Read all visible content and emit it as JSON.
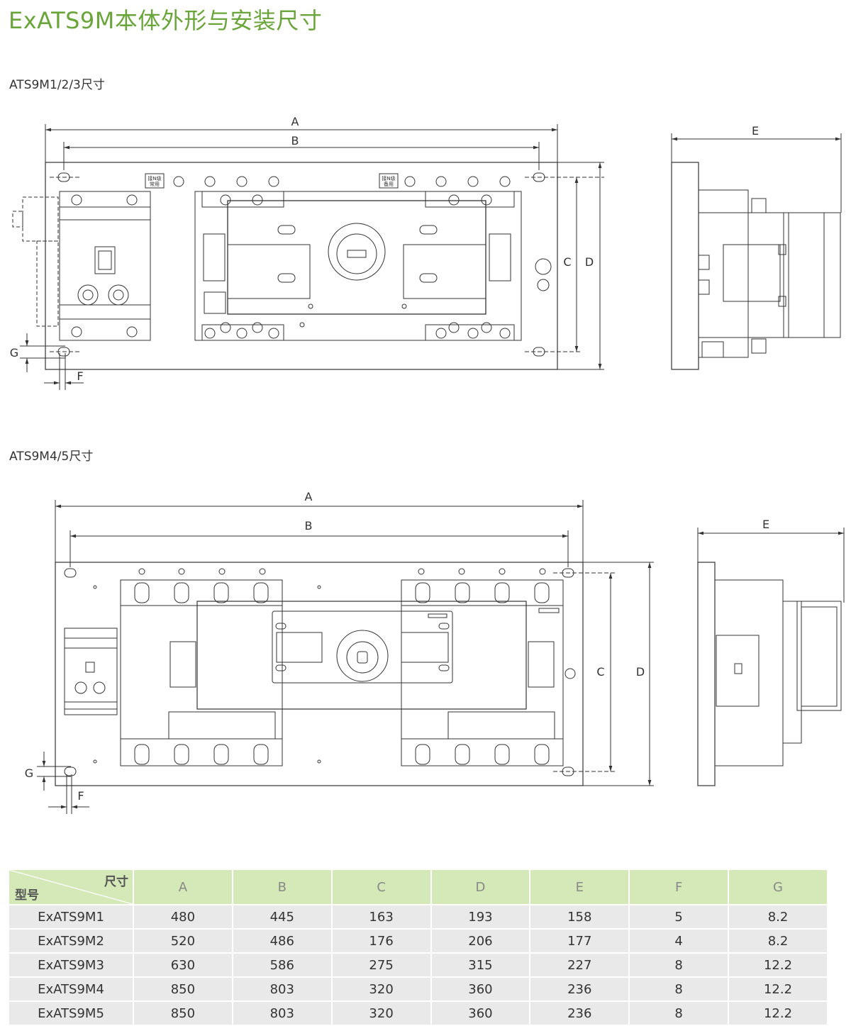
{
  "title": "ExATS9M本体外形与安装尺寸",
  "section1_title": "ATS9M1/2/3尺寸",
  "section2_title": "ATS9M4/5尺寸",
  "drawing1": {
    "dim_labels": {
      "A": "A",
      "B": "B",
      "C": "C",
      "D": "D",
      "E": "E",
      "F": "F",
      "G": "G"
    },
    "tag_left": [
      "接N级",
      "常用"
    ],
    "tag_right": [
      "接N级",
      "备用"
    ]
  },
  "drawing2": {
    "dim_labels": {
      "A": "A",
      "B": "B",
      "C": "C",
      "D": "D",
      "E": "E",
      "F": "F",
      "G": "G"
    }
  },
  "table": {
    "corner_top": "尺寸",
    "corner_bottom": "型号",
    "columns": [
      "A",
      "B",
      "C",
      "D",
      "E",
      "F",
      "G"
    ],
    "rows": [
      {
        "model": "ExATS9M1",
        "values": [
          "480",
          "445",
          "163",
          "193",
          "158",
          "5",
          "8.2"
        ]
      },
      {
        "model": "ExATS9M2",
        "values": [
          "520",
          "486",
          "176",
          "206",
          "177",
          "4",
          "8.2"
        ]
      },
      {
        "model": "ExATS9M3",
        "values": [
          "630",
          "586",
          "275",
          "315",
          "227",
          "8",
          "12.2"
        ]
      },
      {
        "model": "ExATS9M4",
        "values": [
          "850",
          "803",
          "320",
          "360",
          "236",
          "8",
          "12.2"
        ]
      },
      {
        "model": "ExATS9M5",
        "values": [
          "850",
          "803",
          "320",
          "360",
          "236",
          "8",
          "12.2"
        ]
      }
    ]
  }
}
